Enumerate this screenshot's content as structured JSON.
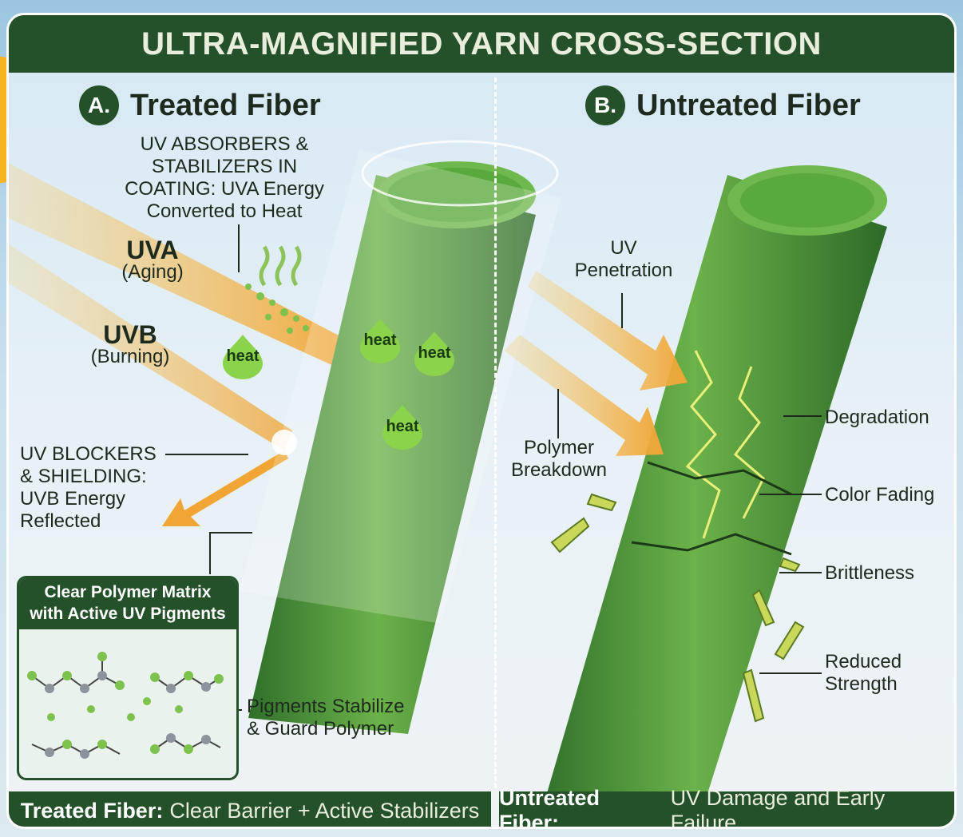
{
  "title": "ULTRA-MAGNIFIED YARN CROSS-SECTION",
  "panel_a": {
    "badge": "A.",
    "title": "Treated Fiber",
    "absorbers_bold_1": "UV ABSORBERS &",
    "absorbers_bold_2": "STABILIZERS IN",
    "absorbers_bold_3": "COATING:",
    "absorbers_text_3": "UVA Energy",
    "absorbers_text_4": "Converted to Heat",
    "uva": "UVA",
    "uva_sub": "(Aging)",
    "uvb": "UVB",
    "uvb_sub": "(Burning)",
    "blockers_bold_1": "UV BLOCKERS",
    "blockers_bold_2": "& SHIELDING:",
    "blockers_text_3": "UVB Energy",
    "blockers_text_4": "Reflected",
    "heat_label": "heat",
    "inset_title_1": "Clear Polymer Matrix",
    "inset_title_2": "with Active UV Pigments",
    "pigments_1": "Pigments Stabilize",
    "pigments_2": "& Guard Polymer"
  },
  "panel_b": {
    "badge": "B.",
    "title": "Untreated Fiber",
    "penetration_1": "UV",
    "penetration_2": "Penetration",
    "breakdown_1": "Polymer",
    "breakdown_2": "Breakdown",
    "degradation": "Degradation",
    "fading": "Color Fading",
    "brittleness": "Brittleness",
    "reduced_1": "Reduced",
    "reduced_2": "Strength"
  },
  "footer": {
    "left_key": "Treated Fiber:",
    "left_text": "Clear Barrier + Active Stabilizers",
    "right_key": "Untreated Fiber:",
    "right_text": "UV Damage and Early Failure"
  },
  "colors": {
    "dark_green": "#24502a",
    "fiber_green": "#4f9a3a",
    "arrow_orange": "#f0a535",
    "sun": "#f6b41e"
  }
}
